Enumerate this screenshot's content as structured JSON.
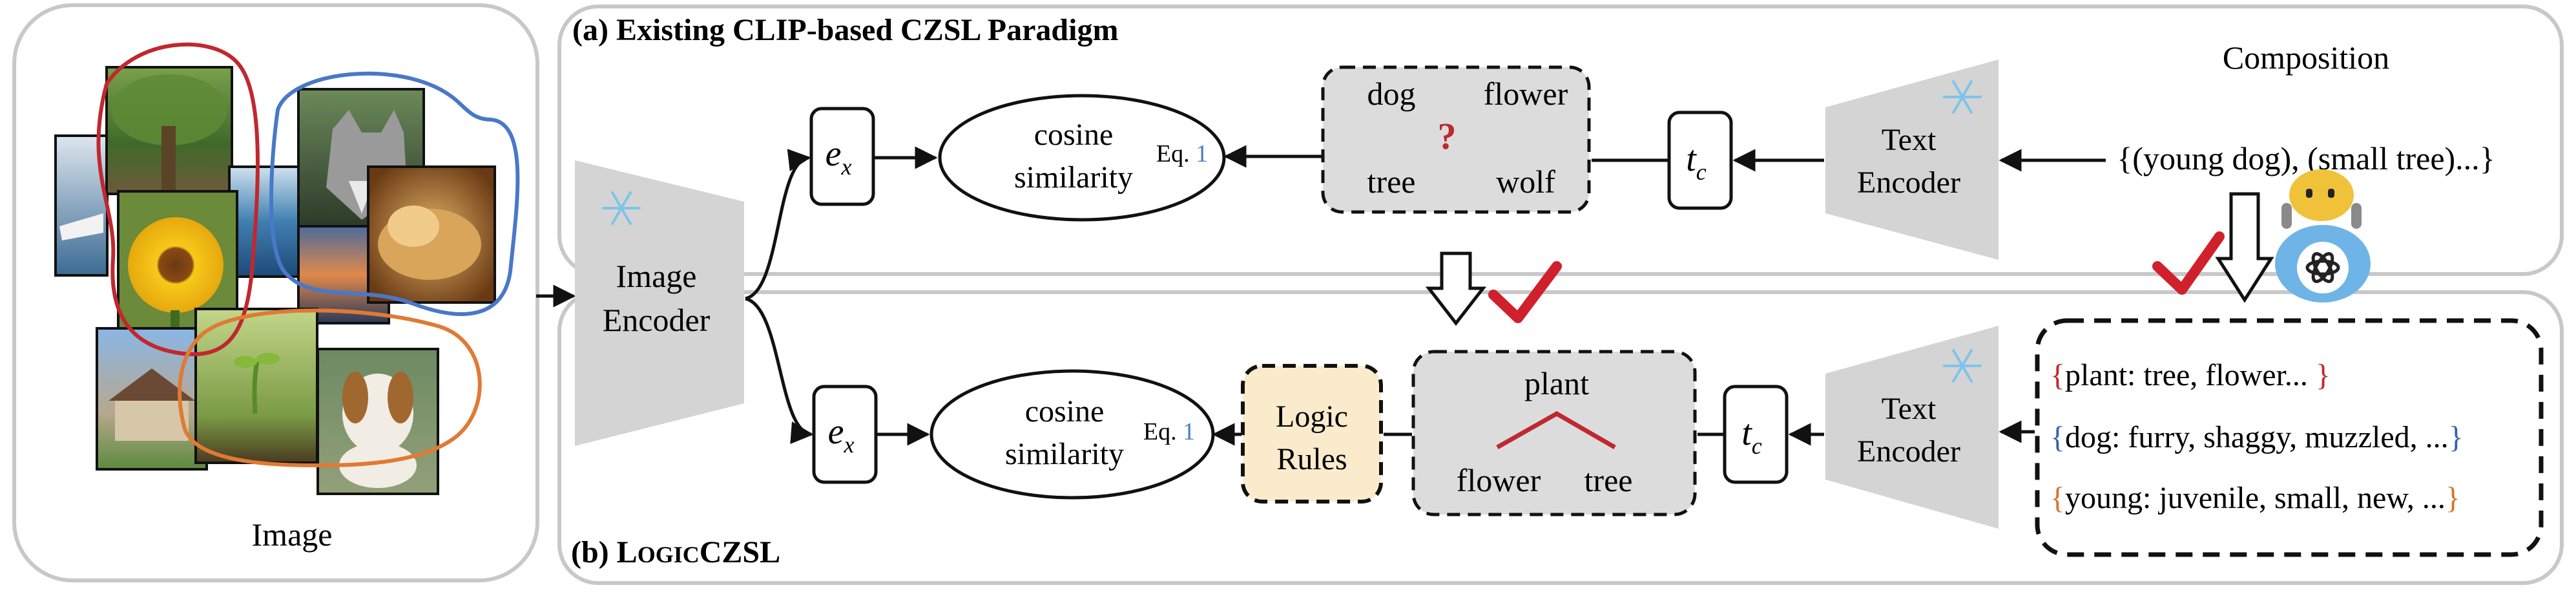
{
  "panel_image": {
    "label": "Image"
  },
  "panel_a": {
    "title": "(a) Existing CLIP-based CZSL Paradigm",
    "composition_label": "Composition",
    "composition_text": "{(young dog), (small tree)...}",
    "text_encoder_line1": "Text",
    "text_encoder_line2": "Encoder",
    "tc_symbol": "t",
    "tc_sub": "c",
    "concepts": {
      "top_left": "dog",
      "top_right": "flower",
      "bottom_left": "tree",
      "bottom_right": "wolf",
      "question": "?"
    },
    "cosine_line1": "cosine",
    "cosine_line2": "similarity",
    "eq_text": "Eq.",
    "eq_num": "1",
    "ex_symbol": "e",
    "ex_sub": "x"
  },
  "image_encoder": {
    "line1": "Image",
    "line2": "Encoder"
  },
  "panel_b": {
    "title_prefix": "(b) L",
    "title_rest": "OGIC",
    "title_suffix": "CZSL",
    "text_encoder_line1": "Text",
    "text_encoder_line2": "Encoder",
    "tc_symbol": "t",
    "tc_sub": "c",
    "hierarchy": {
      "root": "plant",
      "left": "flower",
      "right": "tree"
    },
    "logic_line1": "Logic",
    "logic_line2": "Rules",
    "cosine_line1": "cosine",
    "cosine_line2": "similarity",
    "eq_text": "Eq.",
    "eq_num": "1",
    "ex_symbol": "e",
    "ex_sub": "x",
    "knowledge": [
      {
        "open": "{",
        "text": "plant: tree, flower... ",
        "close": "}",
        "color": "#c0282f"
      },
      {
        "open": "{",
        "text": "dog: furry, shaggy, muzzled, ...",
        "close": "}",
        "color": "#3a62b0"
      },
      {
        "open": "{",
        "text": "young: juvenile, small, new, ...",
        "close": "}",
        "color": "#d5762a"
      }
    ]
  },
  "colors": {
    "check": "#d0202c",
    "snowflake": "#7ec4ea",
    "encoder_fill": "#d4d4d4",
    "concept_fill": "#dcdcdc",
    "logic_fill": "#faebcc",
    "lasso_red": "#c0282f",
    "lasso_blue": "#4a78c8",
    "lasso_orange": "#e07a34",
    "eq_blue": "#4a7fc0"
  },
  "icons": [
    "snowflake-icon",
    "checkmark-icon",
    "robot-icon",
    "openai-icon",
    "down-arrow-icon",
    "photo-thumbnail"
  ]
}
